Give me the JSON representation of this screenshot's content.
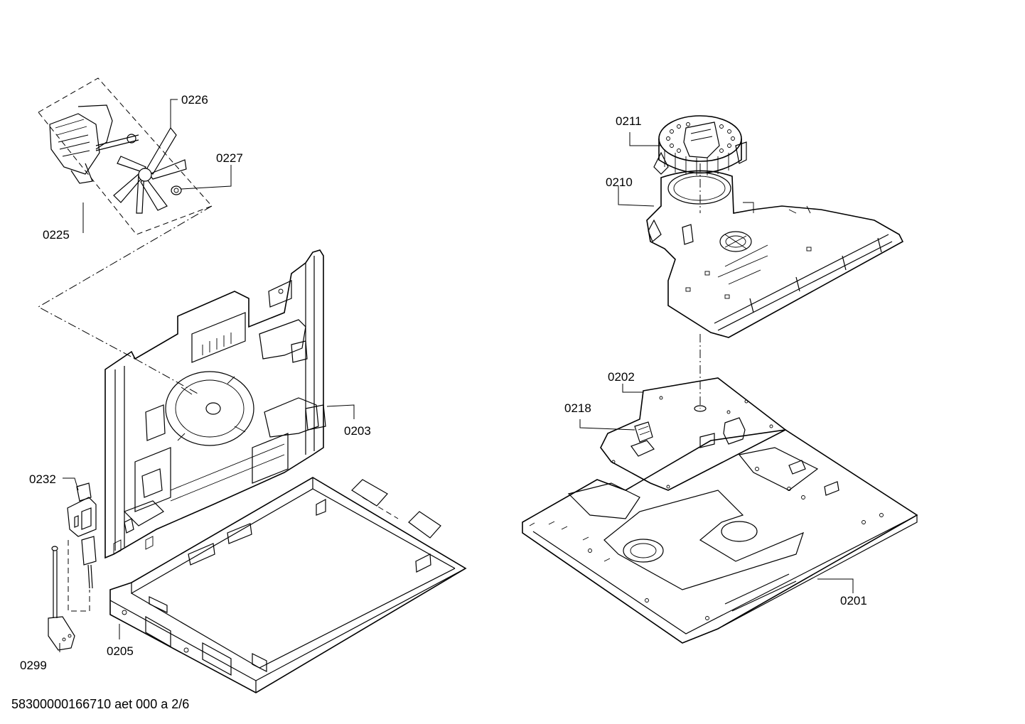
{
  "diagram": {
    "parts": [
      {
        "id": "p0226",
        "label": "0226"
      },
      {
        "id": "p0227",
        "label": "0227"
      },
      {
        "id": "p0225",
        "label": "0225"
      },
      {
        "id": "p0203",
        "label": "0203"
      },
      {
        "id": "p0232",
        "label": "0232"
      },
      {
        "id": "p0299",
        "label": "0299"
      },
      {
        "id": "p0205",
        "label": "0205"
      },
      {
        "id": "p0211",
        "label": "0211"
      },
      {
        "id": "p0210",
        "label": "0210"
      },
      {
        "id": "p0202",
        "label": "0202"
      },
      {
        "id": "p0218",
        "label": "0218"
      },
      {
        "id": "p0201",
        "label": "0201"
      }
    ],
    "footer": "58300000166710 aet 000 a 2/6"
  }
}
